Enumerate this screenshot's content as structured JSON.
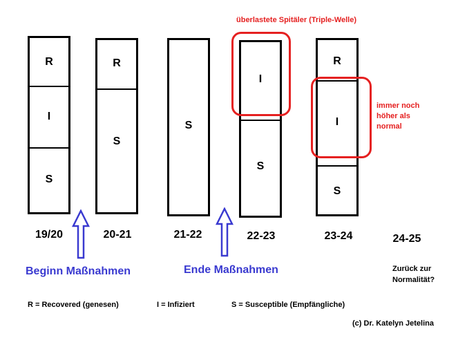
{
  "columns": [
    {
      "year": "19/20",
      "segments": [
        "R",
        "I",
        "S"
      ]
    },
    {
      "year": "20-21",
      "segments": [
        "R",
        "S"
      ]
    },
    {
      "year": "21-22",
      "segments": [
        "S"
      ]
    },
    {
      "year": "22-23",
      "segments": [
        "I",
        "S"
      ]
    },
    {
      "year": "23-24",
      "segments": [
        "R",
        "I",
        "S"
      ]
    }
  ],
  "future_year": "24-25",
  "future_note": [
    "Zurück zur",
    "Normalität?"
  ],
  "annotations": {
    "begin_measures": "Beginn Maßnahmen",
    "end_measures": "Ende Maßnahmen",
    "triple_wave": "überlastete Spitäler (Triple-Welle)",
    "higher_than_normal": [
      "immer noch",
      "höher als",
      "normal"
    ]
  },
  "legend": {
    "recovered": "R = Recovered (genesen)",
    "infected": "I = Infiziert",
    "susceptible": "S = Susceptible (Empfängliche)"
  },
  "credit": "(c) Dr. Katelyn Jetelina",
  "colors": {
    "highlight": "#e52020",
    "annotation_blue": "#3a3ad0"
  }
}
